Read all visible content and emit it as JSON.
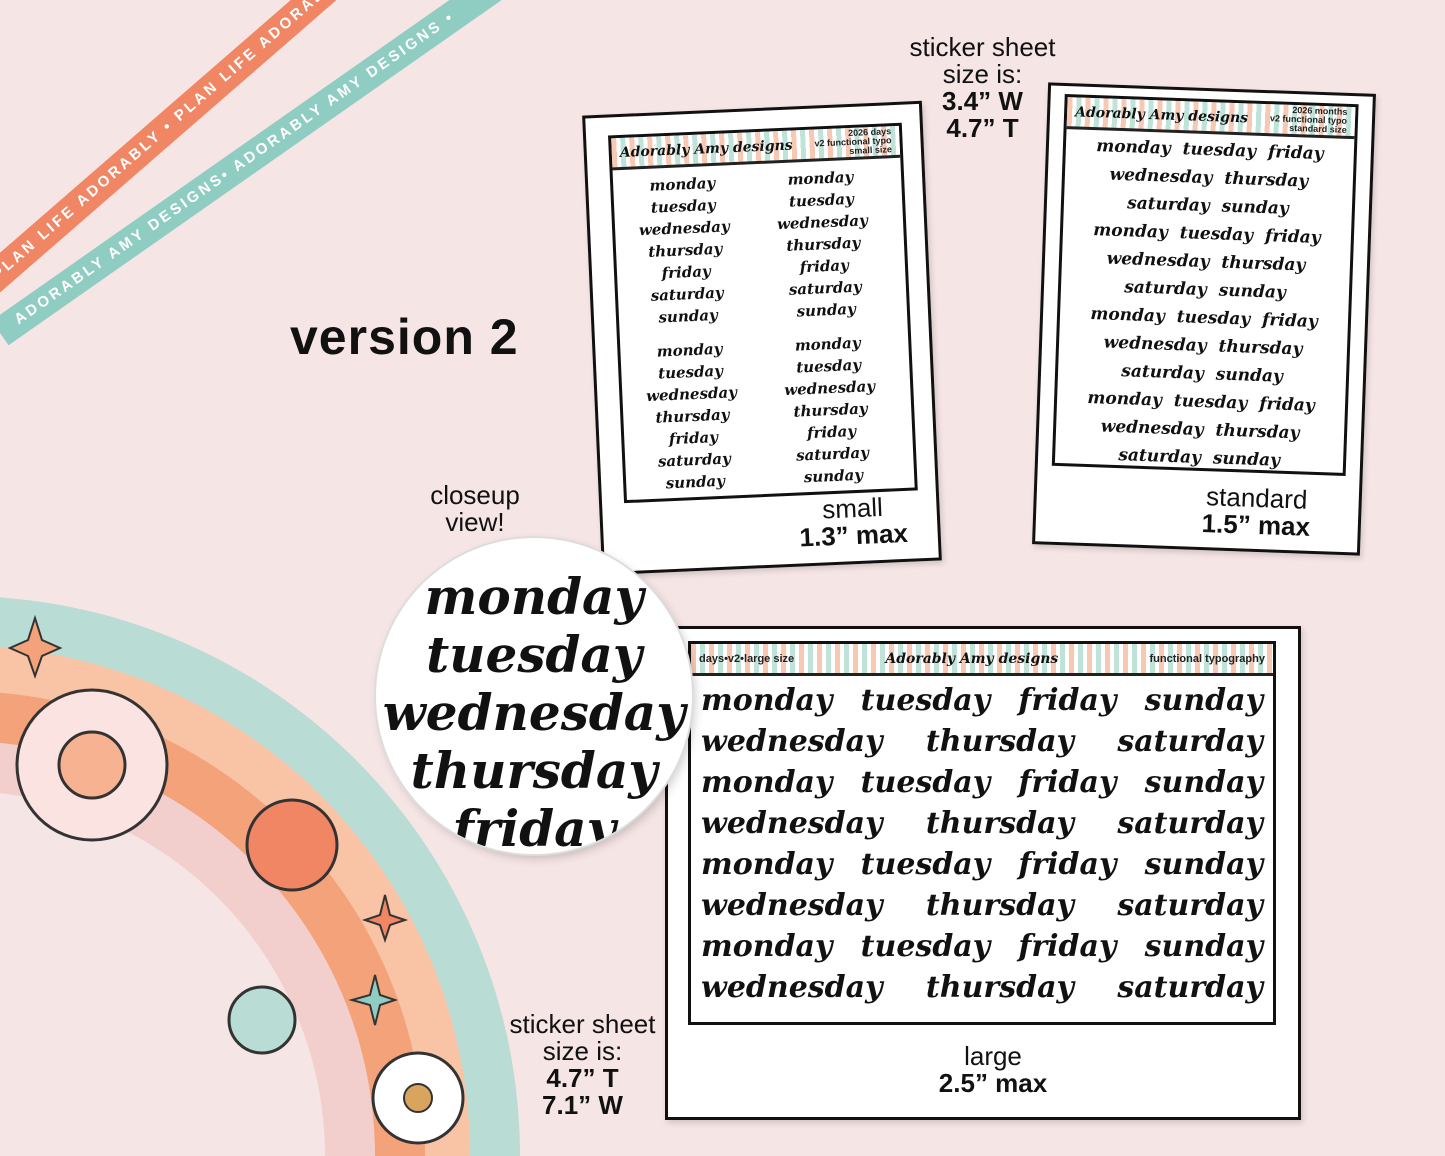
{
  "ribbons": {
    "top": "PLAN LIFE ADORABLY • PLAN LIFE ADORABLY",
    "bottom": "ADORABLY AMY DESIGNS• ADORABLY AMY DESIGNS •"
  },
  "version": "version 2",
  "closeup_label": [
    "closeup",
    "view!"
  ],
  "closeup_words": [
    "monday",
    "tuesday",
    "wednesday",
    "thursday",
    "friday"
  ],
  "size_top": [
    "sticker sheet",
    "size is:",
    "3.4” W",
    "4.7” T"
  ],
  "size_bottom": [
    "sticker sheet",
    "size is:",
    "4.7” T",
    "7.1” W"
  ],
  "brand": "Adorably Amy designs",
  "small": {
    "header": [
      "2026 days",
      "v2 functional typo",
      "small size"
    ],
    "caption": [
      "small",
      "1.3” max"
    ],
    "blocks": [
      [
        "monday",
        "tuesday",
        "wednesday",
        "thursday",
        "friday",
        "saturday",
        "sunday"
      ],
      [
        "monday",
        "tuesday",
        "wednesday",
        "thursday",
        "friday",
        "saturday",
        "sunday"
      ],
      [
        "monday",
        "tuesday",
        "wednesday",
        "thursday",
        "friday",
        "saturday",
        "sunday"
      ],
      [
        "monday",
        "tuesday",
        "wednesday",
        "thursday",
        "friday",
        "saturday",
        "sunday"
      ]
    ]
  },
  "standard": {
    "header": [
      "2026 months",
      "v2 functional typo",
      "standard size"
    ],
    "caption": [
      "standard",
      "1.5” max"
    ],
    "rows": [
      [
        "monday",
        "tuesday",
        "friday"
      ],
      [
        "wednesday",
        "thursday"
      ],
      [
        "saturday",
        "sunday"
      ],
      [
        "monday",
        "tuesday",
        "friday"
      ],
      [
        "wednesday",
        "thursday"
      ],
      [
        "saturday",
        "sunday"
      ],
      [
        "monday",
        "tuesday",
        "friday"
      ],
      [
        "wednesday",
        "thursday"
      ],
      [
        "saturday",
        "sunday"
      ],
      [
        "monday",
        "tuesday",
        "friday"
      ],
      [
        "wednesday",
        "thursday"
      ],
      [
        "saturday",
        "sunday"
      ]
    ]
  },
  "large": {
    "header_left": "days•v2•large size",
    "header_right": "functional typography",
    "caption": [
      "large",
      "2.5” max"
    ],
    "rows": [
      [
        "monday",
        "tuesday",
        "friday",
        "sunday"
      ],
      [
        "wednesday",
        "thursday",
        "saturday"
      ],
      [
        "monday",
        "tuesday",
        "friday",
        "sunday"
      ],
      [
        "wednesday",
        "thursday",
        "saturday"
      ],
      [
        "monday",
        "tuesday",
        "friday",
        "sunday"
      ],
      [
        "wednesday",
        "thursday",
        "saturday"
      ],
      [
        "monday",
        "tuesday",
        "friday",
        "sunday"
      ],
      [
        "wednesday",
        "thursday",
        "saturday"
      ]
    ]
  },
  "colors": {
    "background": "#f6e5e5",
    "coral": "#f08664",
    "teal": "#8fcdc3",
    "peach": "#f9c3a6",
    "orange": "#f4a27a",
    "pink": "#f2cfcc"
  }
}
